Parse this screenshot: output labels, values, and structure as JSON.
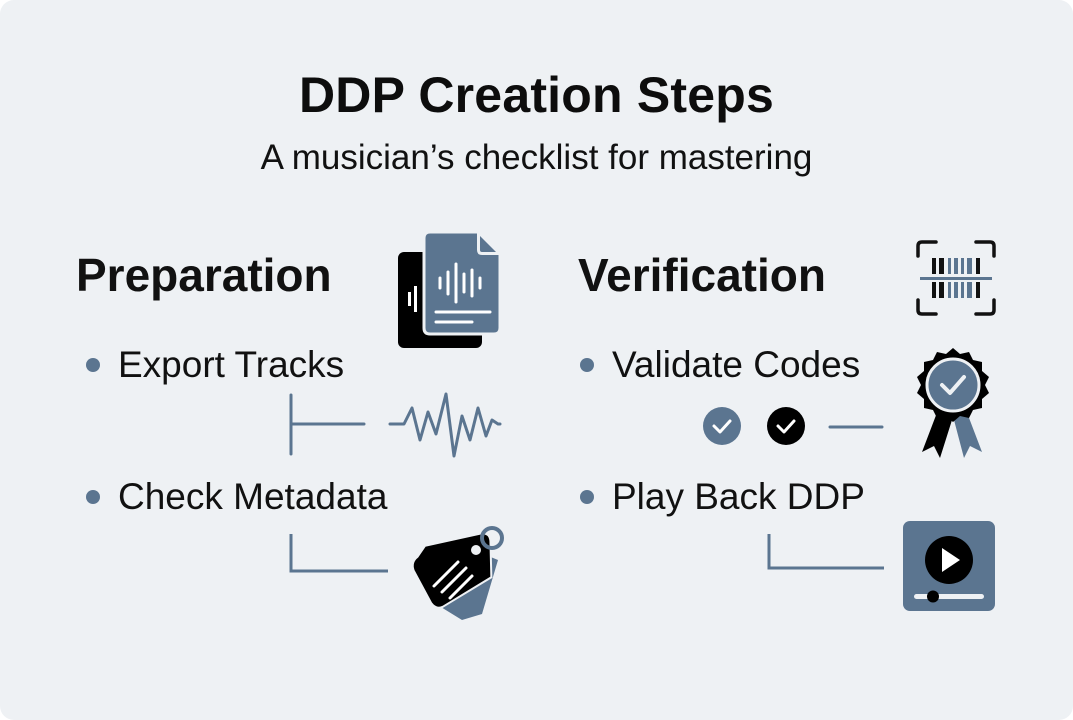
{
  "header": {
    "title": "DDP Creation Steps",
    "subtitle": "A musician’s checklist for mastering"
  },
  "colors": {
    "background": "#eef1f4",
    "accent": "#5b7590",
    "text": "#111111",
    "icon_dark": "#000000"
  },
  "sections": [
    {
      "title": "Preparation",
      "header_icon": "audio-files-icon",
      "items": [
        {
          "label": "Export Tracks",
          "icon": "waveform-icon"
        },
        {
          "label": "Check Metadata",
          "icon": "tag-icon"
        }
      ]
    },
    {
      "title": "Verification",
      "header_icon": "barcode-scan-icon",
      "items": [
        {
          "label": "Validate Codes",
          "icon": "award-badge-icon",
          "extra_icons": [
            "check-circle-icon",
            "check-circle-icon"
          ]
        },
        {
          "label": "Play Back DDP",
          "icon": "media-player-icon"
        }
      ]
    }
  ]
}
